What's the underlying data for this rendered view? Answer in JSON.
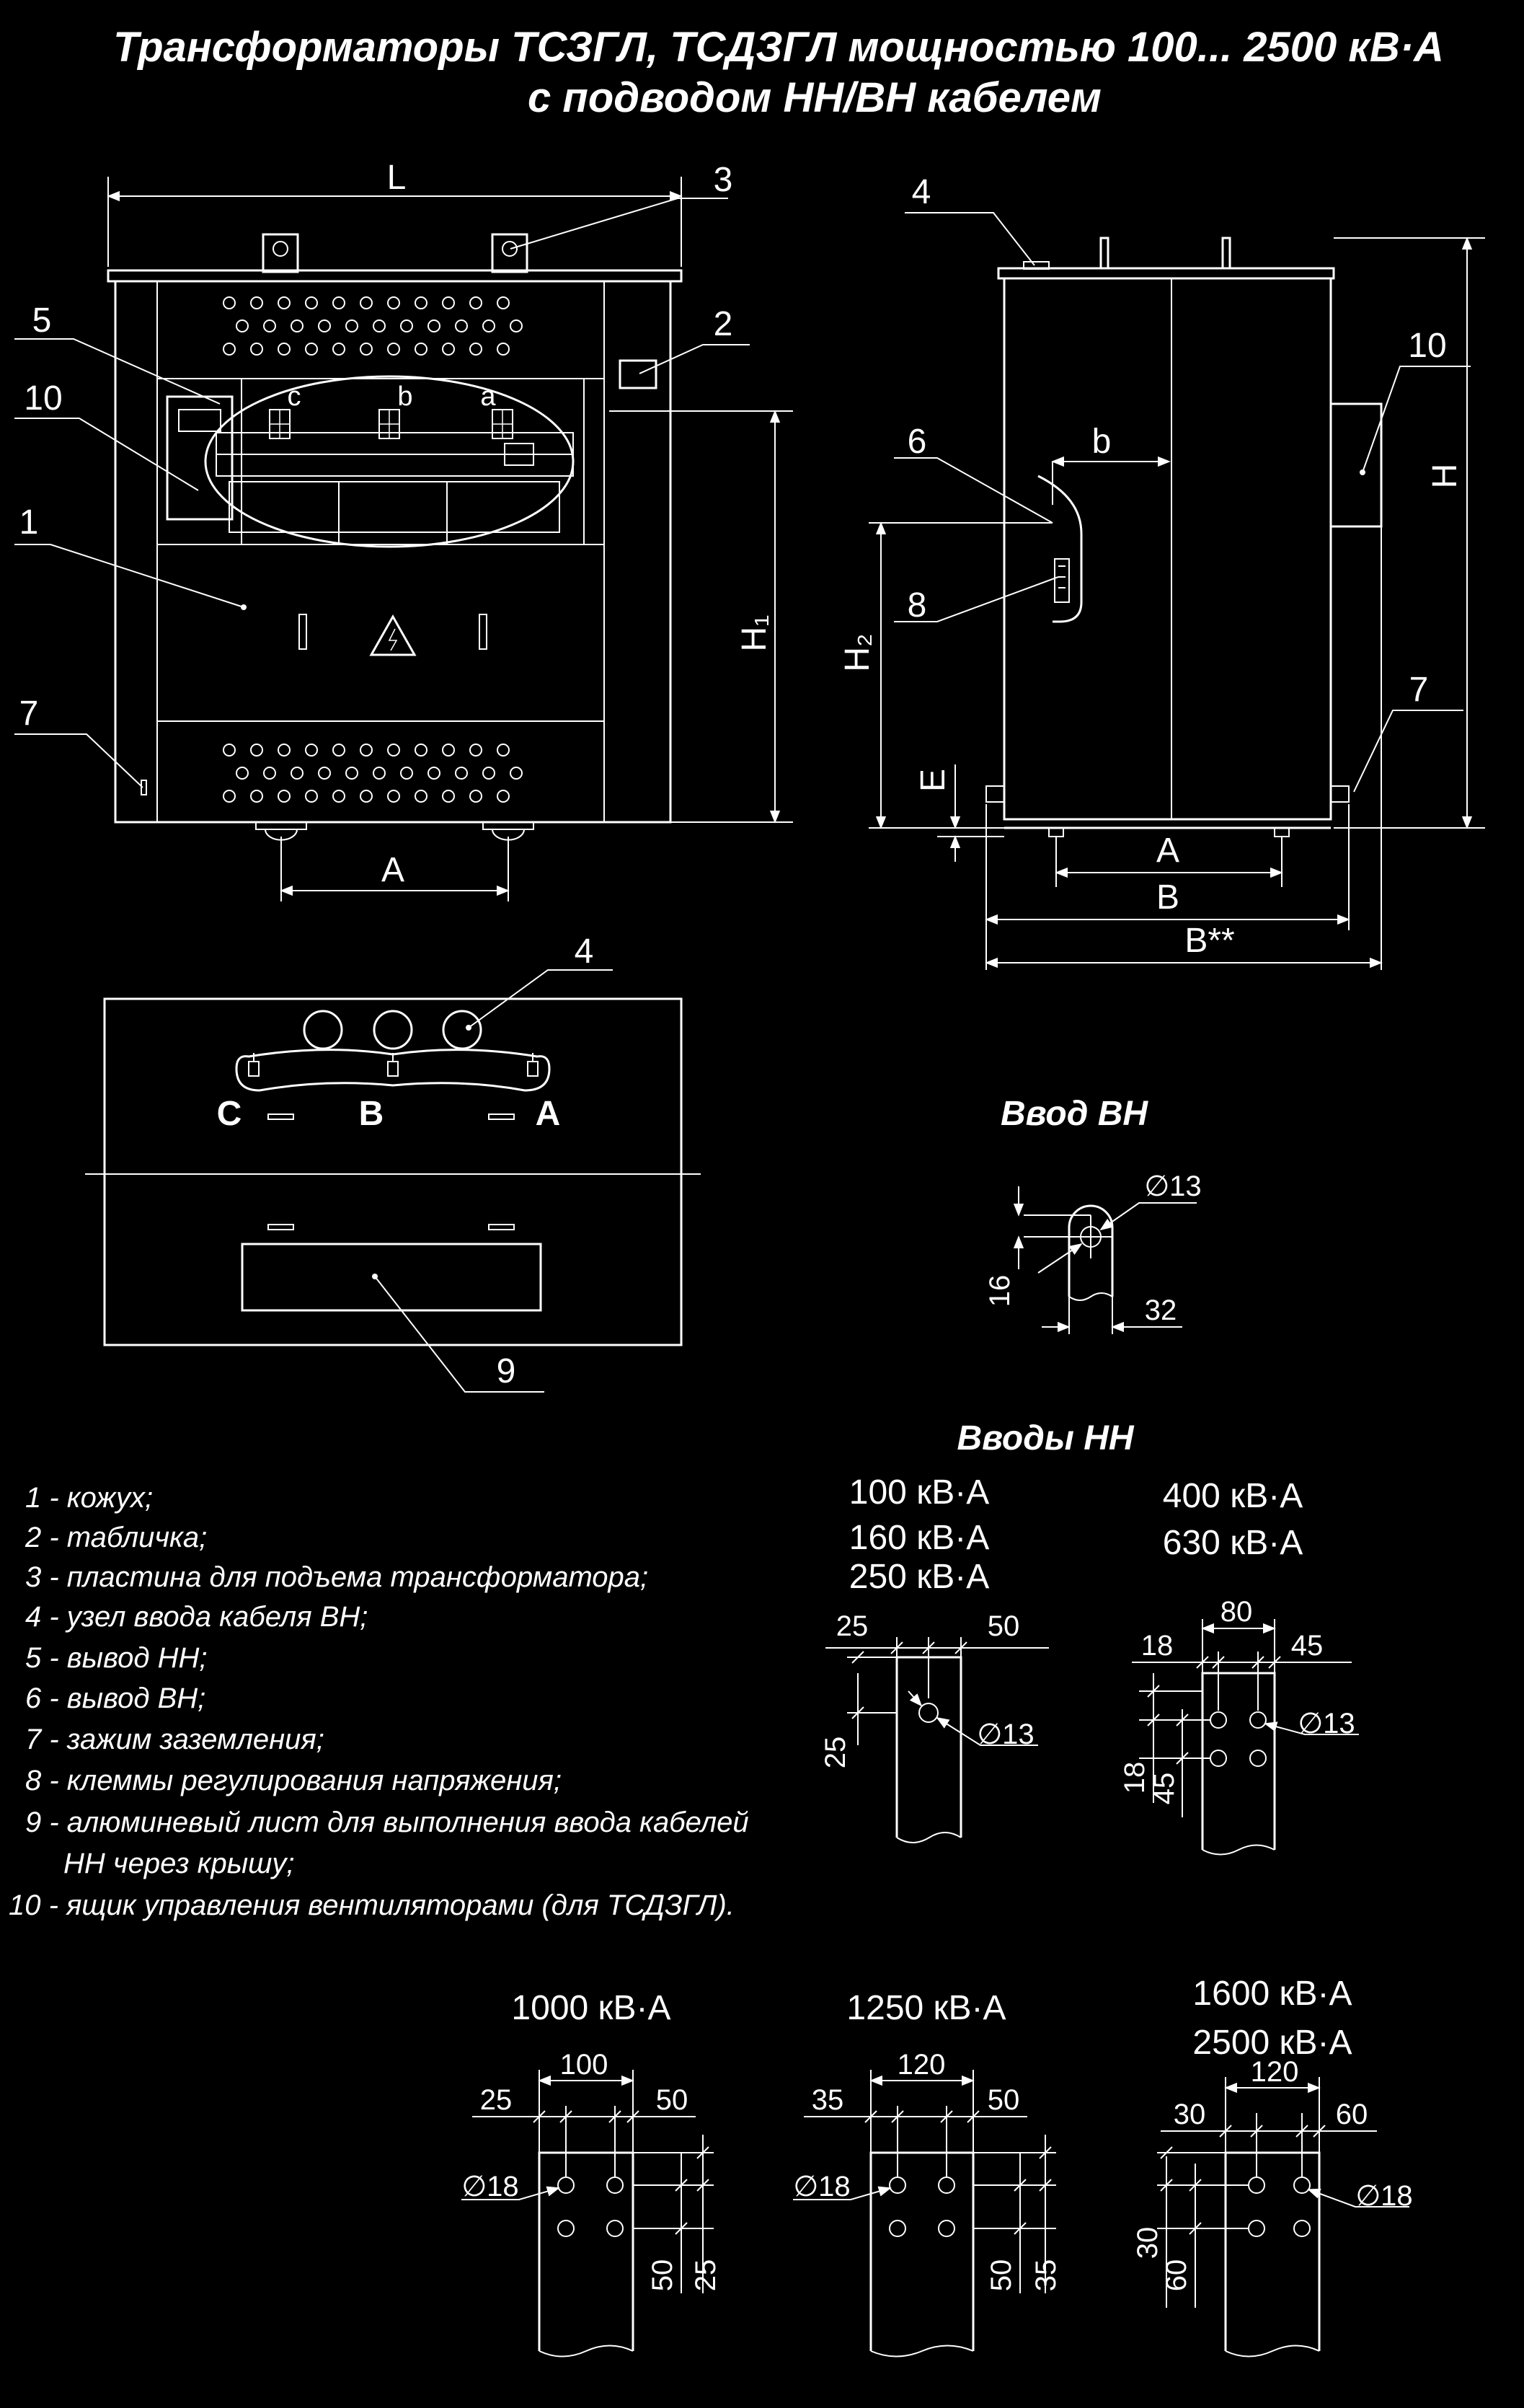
{
  "title": {
    "line1": "Трансформаторы  ТСЗГЛ, ТСДЗГЛ  мощностью  100... 2500 кВ·А",
    "line2": "с  подводом НН/ВН  кабелем"
  },
  "front_view": {
    "dim_L": "L",
    "dim_A": "A",
    "dim_H1": "H₁",
    "phase_a": "a",
    "phase_b": "b",
    "phase_c": "c",
    "callouts": [
      "3",
      "5",
      "2",
      "10",
      "1",
      "7"
    ]
  },
  "side_view": {
    "dim_H": "H",
    "dim_H2": "H₂",
    "dim_E": "E",
    "dim_b": "b",
    "dim_A": "A",
    "dim_B": "B",
    "dim_Bstar": "B**",
    "callouts": [
      "4",
      "6",
      "8",
      "10",
      "7"
    ]
  },
  "top_view": {
    "phase_C": "C",
    "phase_B": "B",
    "phase_A": "A",
    "callouts": [
      "4",
      "9"
    ]
  },
  "vvod_vn": {
    "heading": "Ввод ВН",
    "hole": "∅13",
    "dim_16": "16",
    "dim_32": "32"
  },
  "vvody_nn": {
    "heading": "Вводы НН",
    "groups": [
      {
        "powers": [
          "100 кВ·А",
          "160 кВ·А",
          "250 кВ·А"
        ],
        "dims": [
          "25",
          "50",
          "25"
        ],
        "hole": "∅13"
      },
      {
        "powers": [
          "400 кВ·А",
          "630 кВ·А"
        ],
        "dims": [
          "80",
          "18",
          "45",
          "18",
          "45"
        ],
        "hole": "∅13"
      },
      {
        "powers": [
          "1000 кВ·А"
        ],
        "dims": [
          "100",
          "25",
          "50",
          "50",
          "25"
        ],
        "hole": "∅18"
      },
      {
        "powers": [
          "1250 кВ·А"
        ],
        "dims": [
          "120",
          "35",
          "50",
          "50",
          "35"
        ],
        "hole": "∅18"
      },
      {
        "powers": [
          "1600 кВ·А",
          "2500 кВ·А"
        ],
        "dims": [
          "120",
          "30",
          "60",
          "30",
          "60"
        ],
        "hole": "∅18"
      }
    ]
  },
  "legend": [
    "1 - кожух;",
    "2 - табличка;",
    "3 - пластина для подъема трансформатора;",
    "4 - узел ввода кабеля ВН;",
    "5 - вывод НН;",
    "6 - вывод ВН;",
    "7 - зажим заземления;",
    "8 - клеммы регулирования напряжения;",
    "9 - алюминевый лист для выполнения  ввода кабелей",
    "НН через крышу;",
    "10 - ящик управления вентиляторами (для ТСДЗГЛ)."
  ],
  "colors": {
    "background": "#000000",
    "line": "#ffffff"
  }
}
